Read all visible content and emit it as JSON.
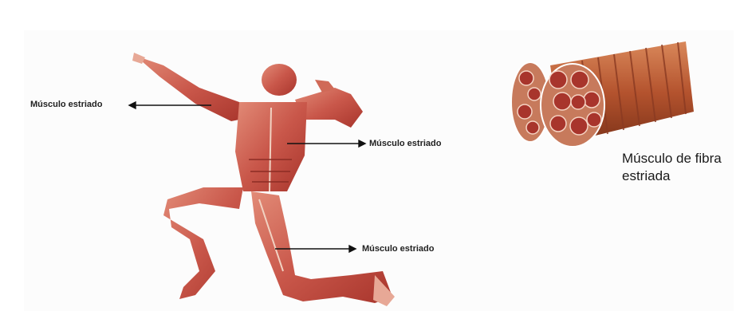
{
  "labels": {
    "arm": "Músculo estriado",
    "chest": "Músculo estriado",
    "thigh": "Músculo estriado"
  },
  "fiber_caption": {
    "line1": "Músculo de fibra",
    "line2": "estriada"
  },
  "colors": {
    "muscle_dark": "#a8352c",
    "muscle_mid": "#c9574a",
    "muscle_light": "#e28b77",
    "tendon": "#f1d2c2",
    "fiber_outer": "#b4532e",
    "fiber_stripe": "#8a3a22"
  }
}
